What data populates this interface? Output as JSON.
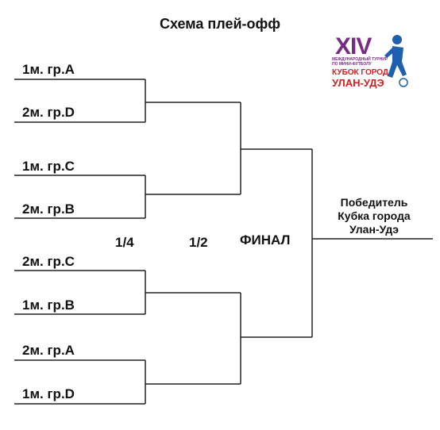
{
  "title": "Схема плей-офф",
  "teams": [
    "1м. гр.A",
    "2м. гр.D",
    "1м. гр.C",
    "2м. гр.B",
    "2м. гр.C",
    "1м. гр.B",
    "2м. гр.A",
    "1м. гр.D"
  ],
  "rounds": {
    "quarter": "1/4",
    "semi": "1/2",
    "final": "ФИНАЛ"
  },
  "winner": {
    "line1": "Победитель",
    "line2": "Кубка города",
    "line3": "Улан-Удэ"
  },
  "logo": {
    "numeral": "XIV",
    "line1": "МЕЖДУНАРОДНЫЙ ТУРНИР",
    "line2": "ПО МИНИ-ФУТБОЛУ",
    "line3": "КУБОК ГОРОДА",
    "line4": "УЛАН-УДЭ",
    "colors": {
      "purple": "#7a2b86",
      "red": "#d11f1f",
      "blue": "#1f5fb0"
    }
  },
  "line_color": "#222222"
}
